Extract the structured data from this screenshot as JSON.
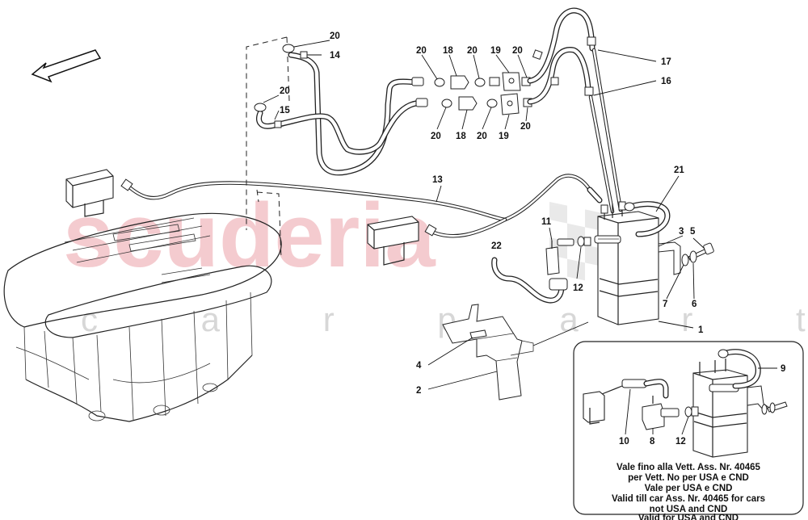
{
  "watermark": {
    "brand": "scuderia",
    "subtitle": "c a r p a r t s"
  },
  "callouts": [
    {
      "id": "c20a",
      "text": "20"
    },
    {
      "id": "c14",
      "text": "14"
    },
    {
      "id": "c20b",
      "text": "20"
    },
    {
      "id": "c15",
      "text": "15"
    },
    {
      "id": "c20c",
      "text": "20"
    },
    {
      "id": "c18a",
      "text": "18"
    },
    {
      "id": "c20d",
      "text": "20"
    },
    {
      "id": "c19a",
      "text": "19"
    },
    {
      "id": "c20e",
      "text": "20"
    },
    {
      "id": "c17",
      "text": "17"
    },
    {
      "id": "c16",
      "text": "16"
    },
    {
      "id": "c20f",
      "text": "20"
    },
    {
      "id": "c18b",
      "text": "18"
    },
    {
      "id": "c20g",
      "text": "20"
    },
    {
      "id": "c19b",
      "text": "19"
    },
    {
      "id": "c20h",
      "text": "20"
    },
    {
      "id": "c13",
      "text": "13"
    },
    {
      "id": "c21",
      "text": "21"
    },
    {
      "id": "c11",
      "text": "11"
    },
    {
      "id": "c22",
      "text": "22"
    },
    {
      "id": "c12a",
      "text": "12"
    },
    {
      "id": "c3",
      "text": "3"
    },
    {
      "id": "c5",
      "text": "5"
    },
    {
      "id": "c7",
      "text": "7"
    },
    {
      "id": "c6",
      "text": "6"
    },
    {
      "id": "c1",
      "text": "1"
    },
    {
      "id": "c4",
      "text": "4"
    },
    {
      "id": "c2",
      "text": "2"
    },
    {
      "id": "c9",
      "text": "9"
    },
    {
      "id": "c10",
      "text": "10"
    },
    {
      "id": "c8",
      "text": "8"
    },
    {
      "id": "c12b",
      "text": "12"
    }
  ],
  "inset_notes": [
    "Vale fino alla Vett. Ass. Nr. 40465",
    "per Vett. No per USA e CND",
    "Vale per USA e CND",
    "Valid till car Ass. Nr. 40465 for cars",
    "not USA and CND",
    "Valid for USA and CND"
  ]
}
